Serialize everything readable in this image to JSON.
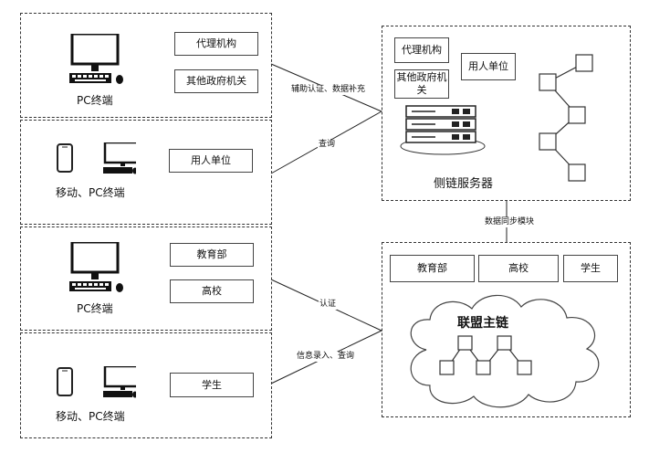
{
  "left_panels": [
    {
      "device_caption": "PC终端",
      "boxes": [
        "代理机构",
        "其他政府机关"
      ]
    },
    {
      "device_caption": "移动、PC终端",
      "boxes": [
        "用人单位"
      ]
    },
    {
      "device_caption": "PC终端",
      "boxes": [
        "教育部",
        "高校"
      ]
    },
    {
      "device_caption": "移动、PC终端",
      "boxes": [
        "学生"
      ]
    }
  ],
  "side_server": {
    "boxes": [
      "代理机构",
      "其他政府机关",
      "用人单位"
    ],
    "caption": "侧链服务器"
  },
  "main_chain": {
    "boxes": [
      "教育部",
      "高校",
      "学生"
    ],
    "title": "联盟主链"
  },
  "links": {
    "panel1_to_server": "辅助认证、数据补充",
    "panel2_to_server": "查询",
    "server_to_chain": "数据同步模块",
    "panel3_to_chain": "认证",
    "panel4_to_chain": "信息录入、查询"
  },
  "icons": [
    "desktop-pc-icon",
    "mobile-phone-icon",
    "server-rack-icon",
    "cloud-icon",
    "tree-network-icon",
    "chain-network-icon"
  ]
}
